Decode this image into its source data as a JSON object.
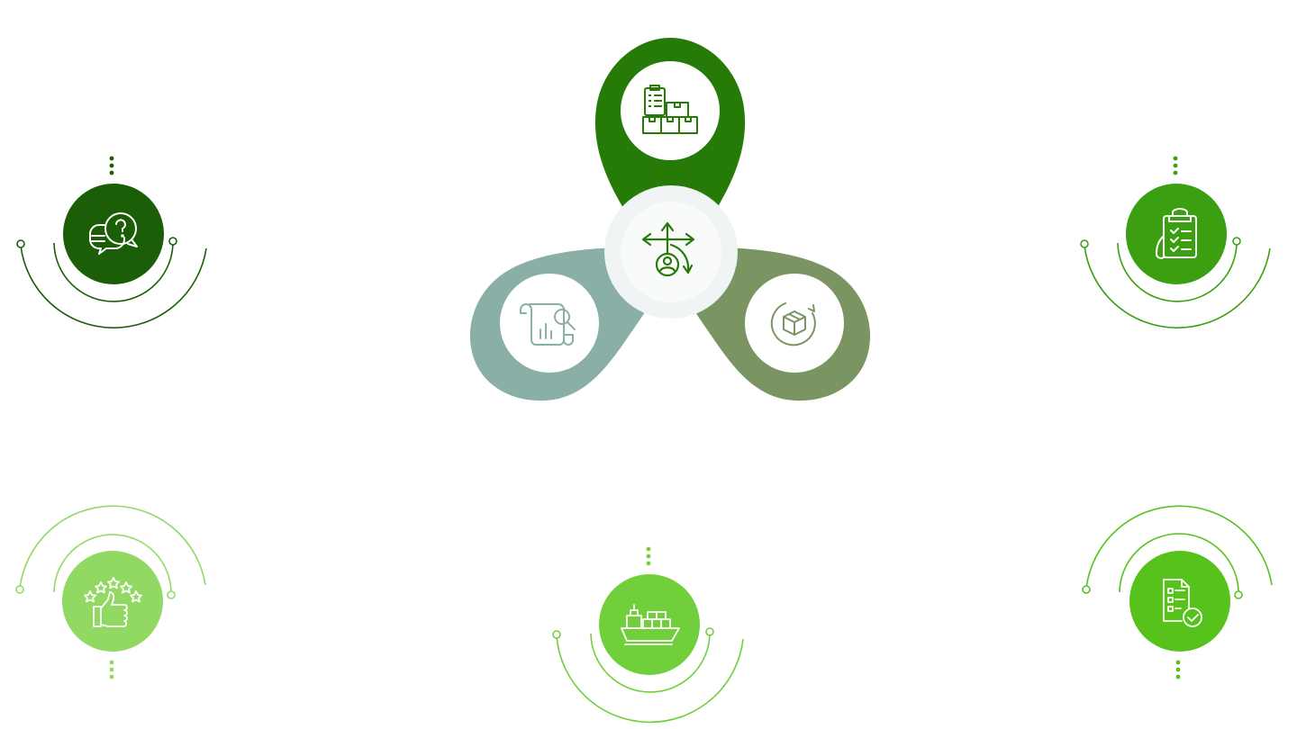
{
  "colors": {
    "dark_green": "#1b5e07",
    "center_petal": "#267a08",
    "sage": "#89afa7",
    "olive": "#7a9462",
    "bright_green": "#3c9f12",
    "light_green": "#92d964",
    "lime_green": "#72cf3c",
    "lime_right": "#58c21d",
    "hub_bg": "#f1f4f4"
  },
  "hub": {
    "icon": "routing-user-icon"
  },
  "petals": [
    {
      "id": "top",
      "icon": "warehouse-inventory-icon"
    },
    {
      "id": "left",
      "icon": "report-analysis-icon"
    },
    {
      "id": "right",
      "icon": "package-cycle-icon"
    }
  ],
  "nodes": [
    {
      "id": "faq",
      "icon": "chat-question-icon"
    },
    {
      "id": "checklist",
      "icon": "clipboard-checklist-icon"
    },
    {
      "id": "rating",
      "icon": "thumbs-up-stars-icon"
    },
    {
      "id": "shipping",
      "icon": "cargo-ship-icon"
    },
    {
      "id": "approval",
      "icon": "document-check-icon"
    }
  ]
}
